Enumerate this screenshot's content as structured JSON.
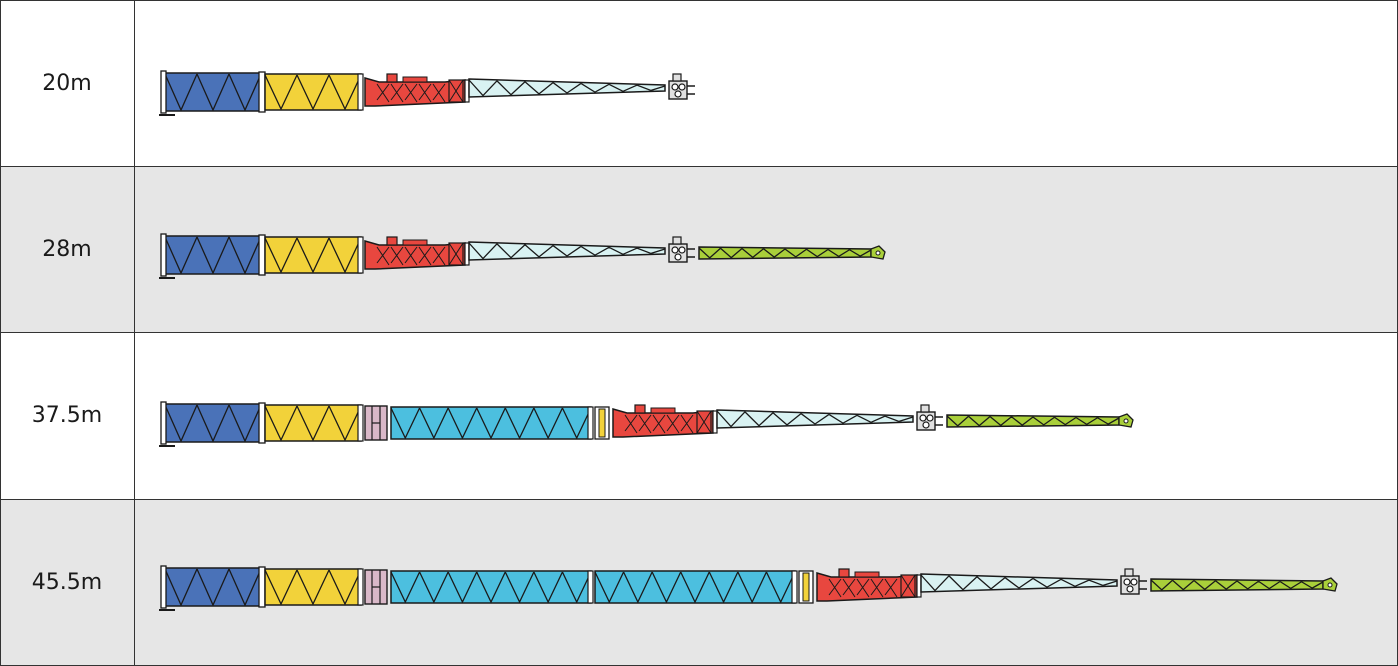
{
  "configurations": [
    {
      "label": "20m",
      "sections": [
        "base",
        "yellow",
        "red",
        "light",
        "head"
      ]
    },
    {
      "label": "28m",
      "sections": [
        "base",
        "yellow",
        "red",
        "light",
        "head",
        "jib"
      ]
    },
    {
      "label": "37.5m",
      "sections": [
        "base",
        "yellow",
        "pink",
        "cyan",
        "connector",
        "red",
        "light",
        "head",
        "jib"
      ]
    },
    {
      "label": "45.5m",
      "sections": [
        "base",
        "yellow",
        "pink",
        "cyan",
        "cyan",
        "connector",
        "red",
        "light",
        "head",
        "jib"
      ]
    }
  ],
  "colors": {
    "base": "#4a72b8",
    "yellow": "#f2d23a",
    "pink": "#d9b8c8",
    "cyan": "#4cbfdf",
    "connector": "#f2d23a",
    "red": "#e8473f",
    "light": "#d9f2f2",
    "head": "#e0e0e0",
    "jib": "#a9cf3a",
    "stroke": "#1a1a1a",
    "row_alt": "#e6e6e6",
    "grid": "#333333"
  }
}
